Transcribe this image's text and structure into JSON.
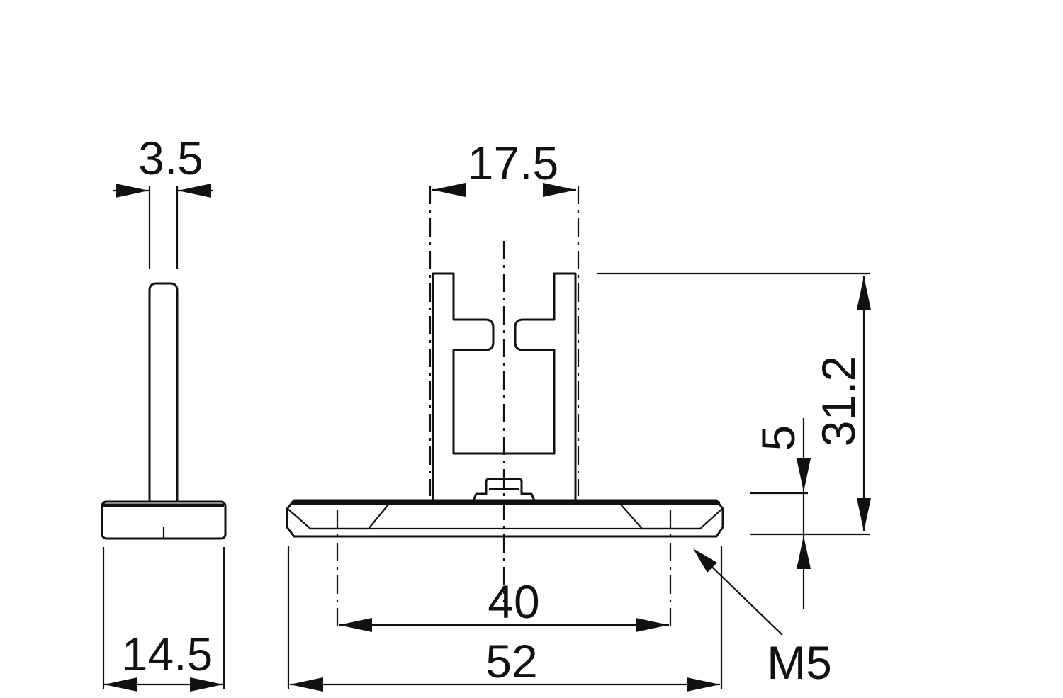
{
  "dimensions": {
    "pin_width": "3.5",
    "opening_width": "17.5",
    "height": "31.2",
    "base_thickness": "5",
    "hole_spacing": "40",
    "base_length": "52",
    "side_base_width": "14.5",
    "thread": "M5"
  }
}
